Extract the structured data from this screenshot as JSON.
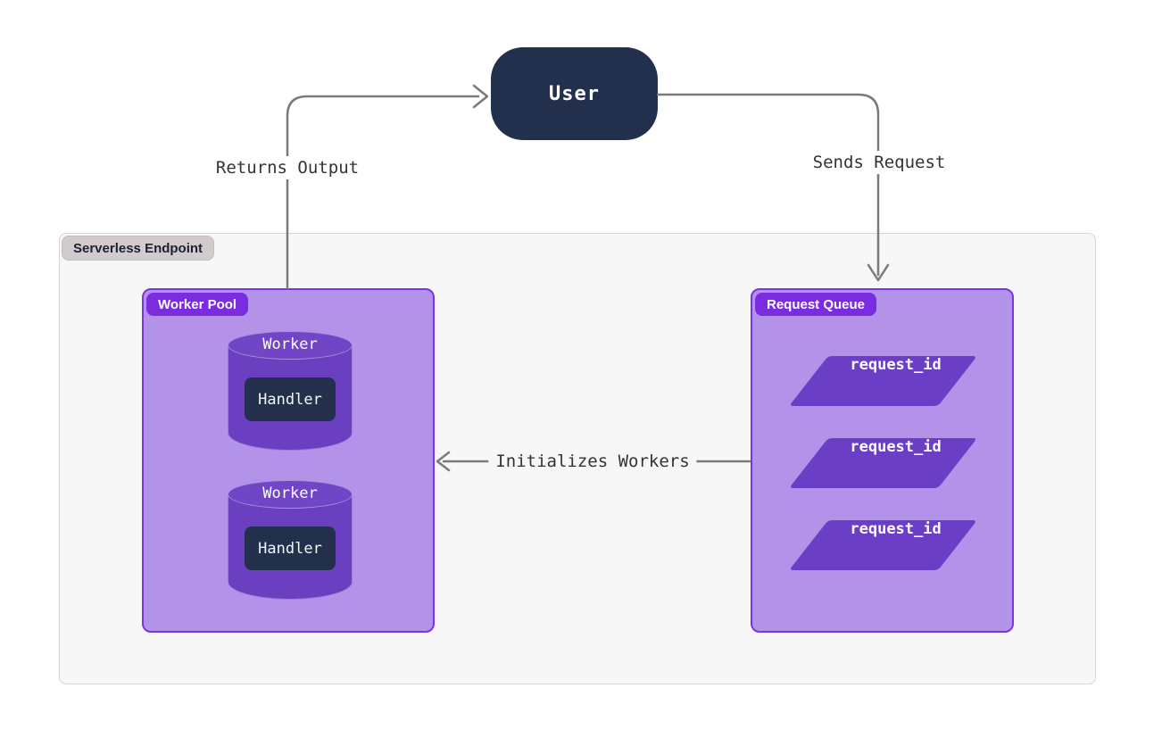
{
  "diagram": {
    "user_node": {
      "label": "User"
    },
    "edges": {
      "returns_output": "Returns Output",
      "sends_request": "Sends Request",
      "initializes_workers": "Initializes Workers"
    },
    "container": {
      "label": "Serverless Endpoint"
    },
    "worker_pool": {
      "label": "Worker Pool",
      "workers": [
        {
          "label": "Worker",
          "handler": "Handler"
        },
        {
          "label": "Worker",
          "handler": "Handler"
        }
      ]
    },
    "request_queue": {
      "label": "Request Queue",
      "items": [
        {
          "label": "request_id"
        },
        {
          "label": "request_id"
        },
        {
          "label": "request_id"
        }
      ]
    },
    "colors": {
      "user_node_navy": "#22304e",
      "handler_navy": "#22304b",
      "group_box_fill": "#b293e9",
      "group_box_border": "#7a34e0",
      "badge_purple": "#7b2ce0",
      "cylinder_purple": "#6a3fc0",
      "cylinder_top_purple": "#7046c6",
      "cylinder_stroke": "#a98fda",
      "parallelogram_purple": "#6b3ec6",
      "container_fill": "#f8f7f7",
      "container_border": "#d9d3d2",
      "container_badge_fill": "#d2cbce",
      "edge_line_gray": "#7a7a7a",
      "edge_label_text": "#333333"
    }
  }
}
